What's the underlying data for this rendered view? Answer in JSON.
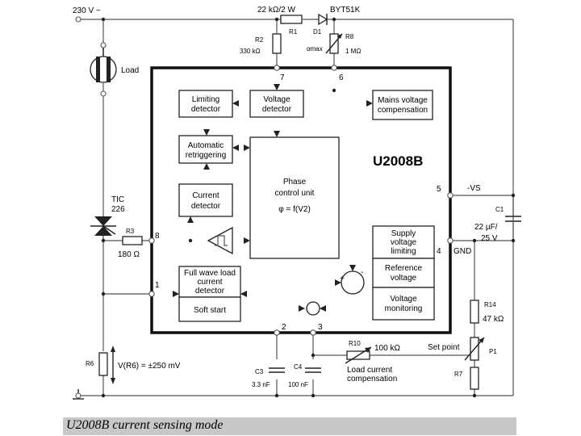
{
  "supply": {
    "label": "230 V ~"
  },
  "components": {
    "r1_value": "22 kΩ/2 W",
    "r1_name": "R1",
    "diode_type": "BYT51K",
    "d1_name": "D1",
    "r8_name": "R8",
    "r8_value": "1 MΩ",
    "alpha_label": "αmax",
    "r2_name": "R2",
    "r2_value": "330 kΩ",
    "load": "Load",
    "triac_name": "TIC",
    "triac_type": "226",
    "r3_name": "R3",
    "r3_value": "180 Ω",
    "r6_name": "R6",
    "v_r6": "V(R6) = ±250 mV",
    "c3_name": "C3",
    "c3_value": "3.3 nF",
    "c4_name": "C4",
    "c4_value": "100 nF",
    "r10_name": "R10",
    "r10_value": "100 kΩ",
    "load_comp_1": "Load current",
    "load_comp_2": "compensation",
    "set_point": "Set point",
    "p1_name": "P1",
    "r14_name": "R14",
    "r14_value": "47 kΩ",
    "r7_name": "R7",
    "c1_name": "C1",
    "c1_value_1": "22 µF/",
    "c1_value_2": "25 V",
    "vs_label": "-VS",
    "gnd_label": "GND"
  },
  "chip": {
    "name": "U2008B"
  },
  "pins": {
    "p2": "2",
    "p3": "3",
    "p4": "4",
    "p5": "5",
    "p6": "6",
    "p7": "7",
    "p8": "8",
    "p1": "1"
  },
  "blocks": {
    "limiting_1": "Limiting",
    "limiting_2": "detector",
    "voltage_1": "Voltage",
    "voltage_2": "detector",
    "mains_1": "Mains voltage",
    "mains_2": "compensation",
    "retrig_1": "Automatic",
    "retrig_2": "retriggering",
    "current_1": "Current",
    "current_2": "detector",
    "phase_1": "Phase",
    "phase_2": "control unit",
    "phase_3": "φ = f(V2)",
    "fullwave_1": "Full wave load",
    "fullwave_2": "current",
    "fullwave_3": "detector",
    "softstart": "Soft start",
    "supply_1": "Supply",
    "supply_2": "voltage",
    "supply_3": "limiting",
    "ref_1": "Reference",
    "ref_2": "voltage",
    "vmon_1": "Voltage",
    "vmon_2": "monitoring",
    "plus": "+",
    "minus": "-"
  },
  "caption": "U2008B current sensing mode"
}
